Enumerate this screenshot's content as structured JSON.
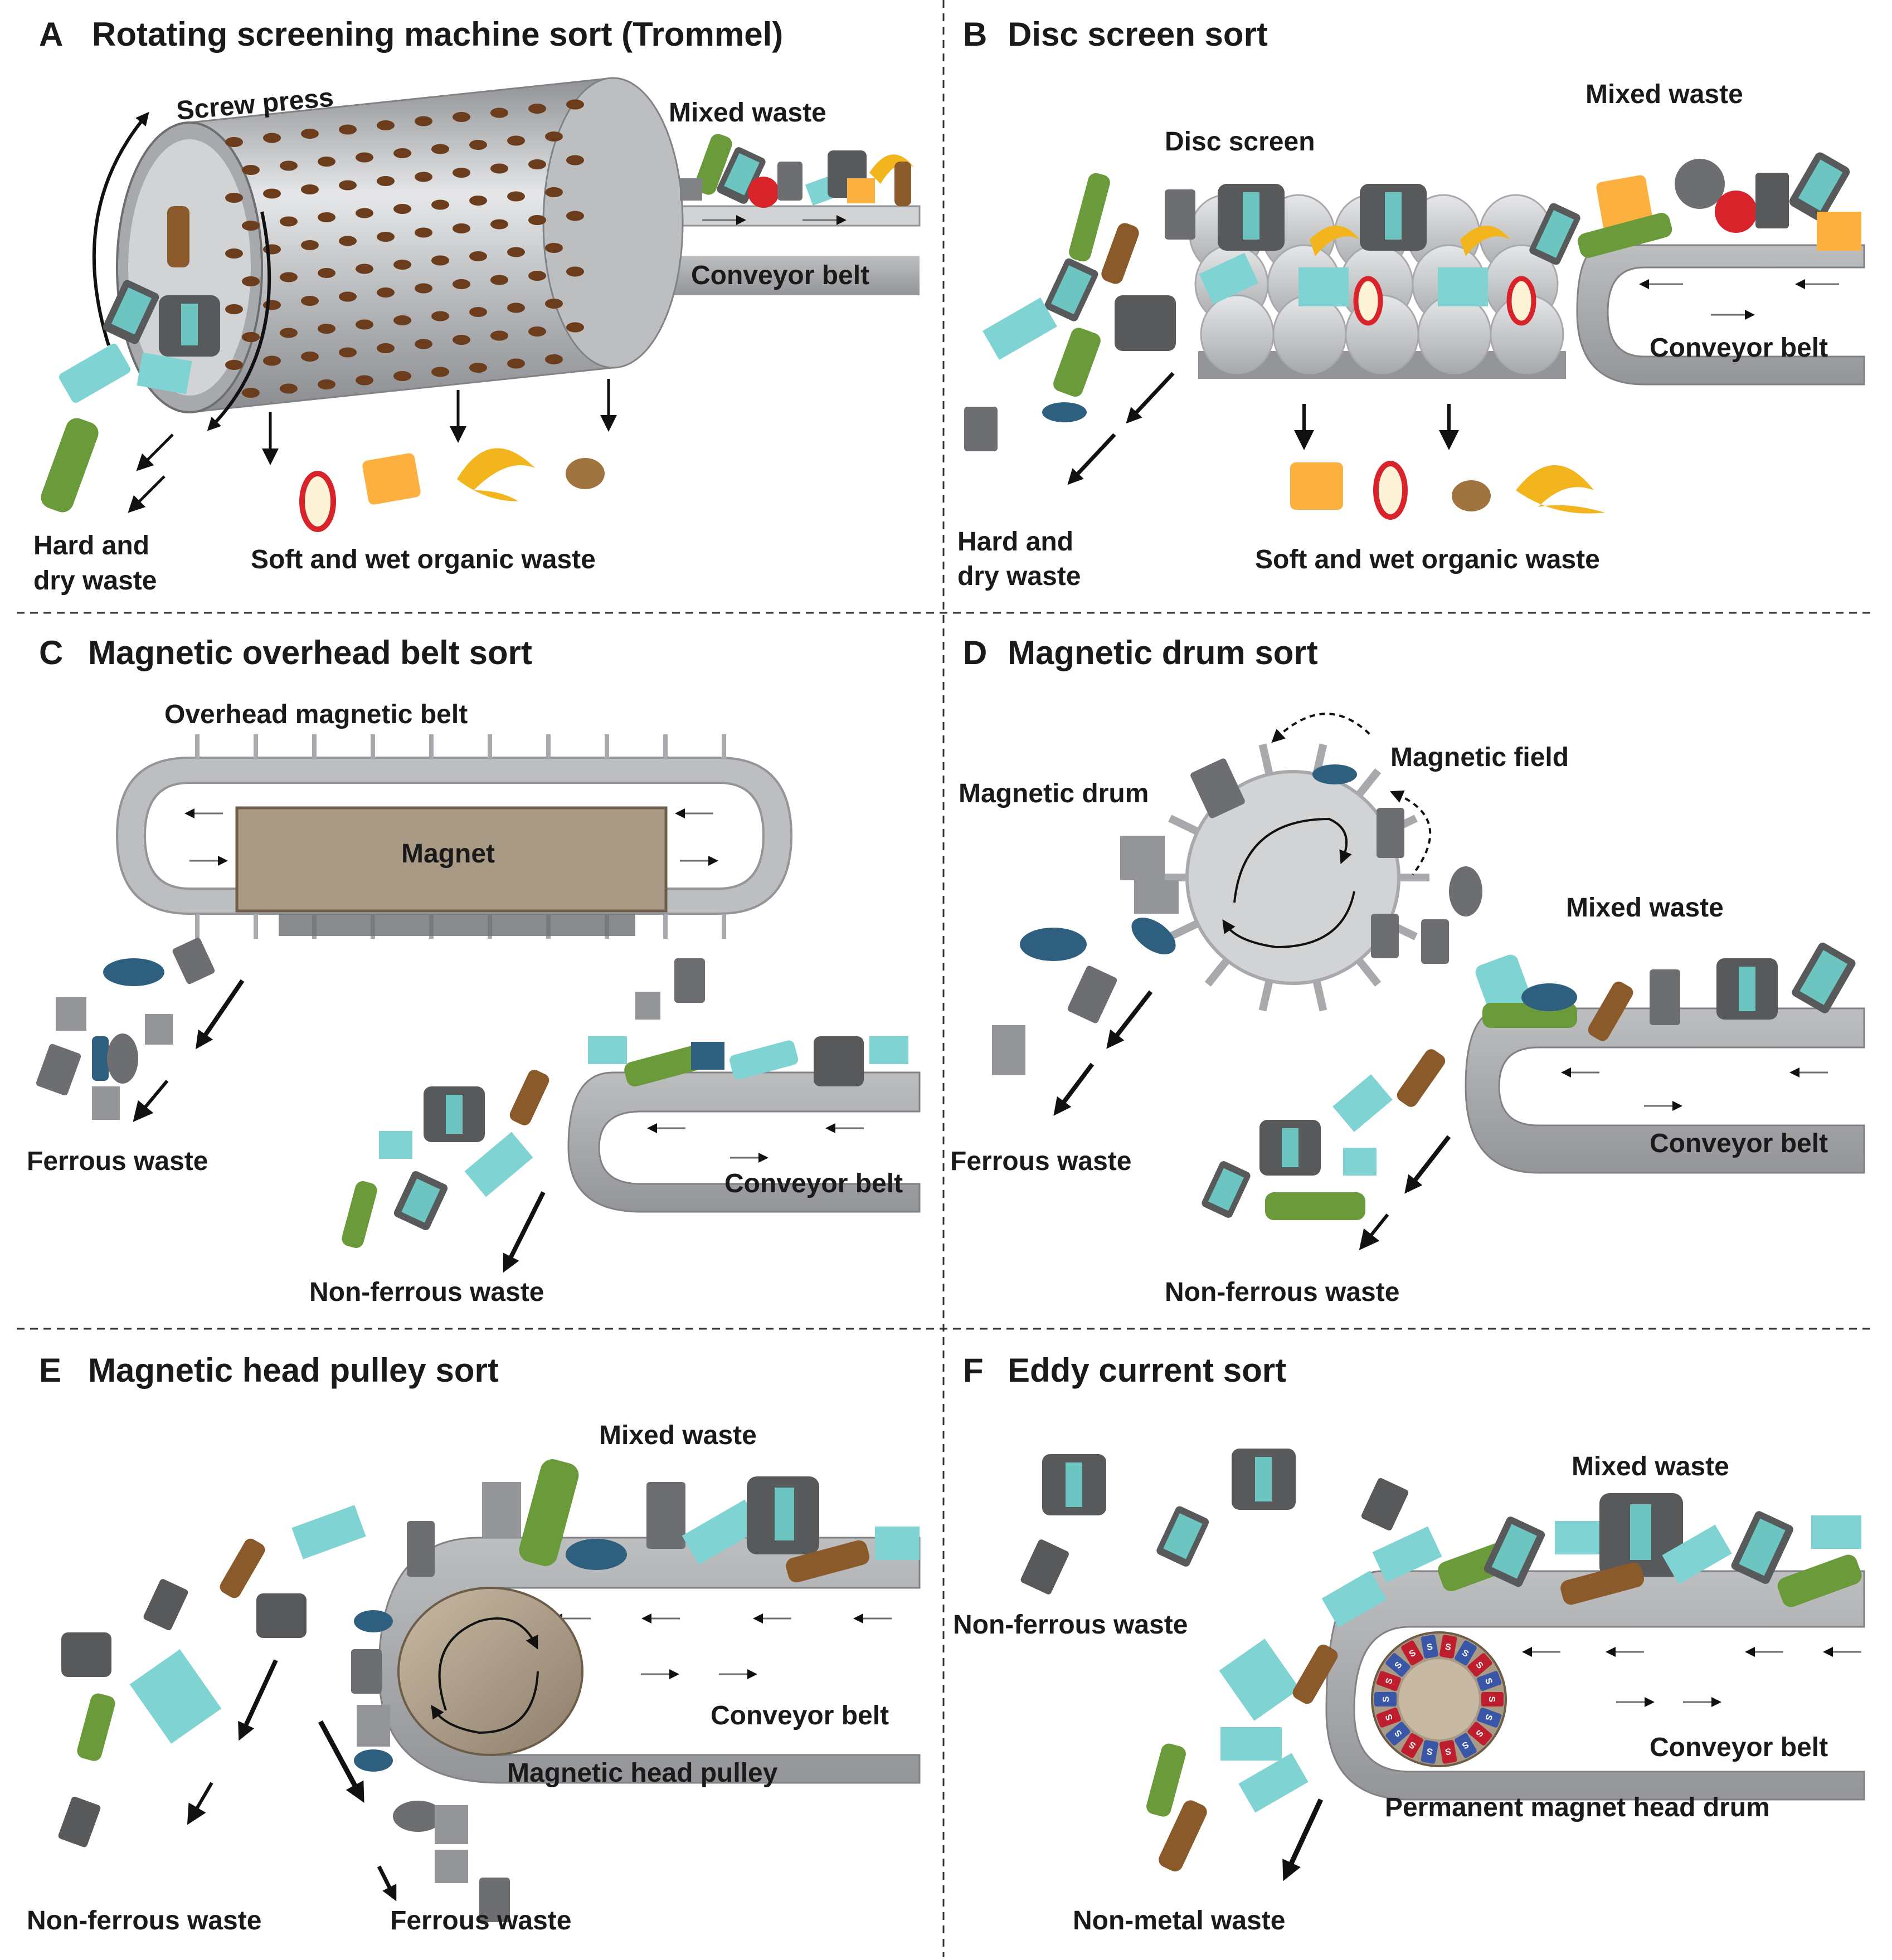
{
  "panels": {
    "a": {
      "letter": "A",
      "title": "Rotating screening machine sort (Trommel)",
      "screw_press": "Screw press",
      "mixed_waste": "Mixed waste",
      "conveyor_belt": "Conveyor belt",
      "hard_line1": "Hard and",
      "hard_line2": "dry waste",
      "soft_waste": "Soft and wet organic waste"
    },
    "b": {
      "letter": "B",
      "title": "Disc screen sort",
      "mixed_waste": "Mixed waste",
      "disc_screen": "Disc screen",
      "conveyor_belt": "Conveyor belt",
      "hard_line1": "Hard and",
      "hard_line2": "dry waste",
      "soft_waste": "Soft and wet organic waste"
    },
    "c": {
      "letter": "C",
      "title": "Magnetic overhead belt sort",
      "overhead_belt": "Overhead magnetic belt",
      "magnet": "Magnet",
      "ferrous_waste": "Ferrous waste",
      "conveyor_belt": "Conveyor belt",
      "non_ferrous_waste": "Non-ferrous waste"
    },
    "d": {
      "letter": "D",
      "title": "Magnetic drum sort",
      "magnetic_field": "Magnetic field",
      "magnetic_drum": "Magnetic drum",
      "mixed_waste": "Mixed waste",
      "ferrous_waste": "Ferrous waste",
      "conveyor_belt": "Conveyor belt",
      "non_ferrous_waste": "Non-ferrous waste"
    },
    "e": {
      "letter": "E",
      "title": "Magnetic head pulley sort",
      "mixed_waste": "Mixed waste",
      "conveyor_belt": "Conveyor belt",
      "head_pulley": "Magnetic head pulley",
      "non_ferrous_waste": "Non-ferrous waste",
      "ferrous_waste": "Ferrous waste"
    },
    "f": {
      "letter": "F",
      "title": "Eddy current sort",
      "mixed_waste": "Mixed waste",
      "non_ferrous_waste": "Non-ferrous waste",
      "conveyor_belt": "Conveyor belt",
      "head_drum": "Permanent magnet head drum",
      "non_metal_waste": "Non-metal waste"
    }
  },
  "magnet_pole_label": "S",
  "colors": {
    "belt": "#a7a9ac",
    "belt_dark": "#8a8c8f",
    "drum": "#d1d3d4",
    "magnet_box": "#a99a86",
    "hole": "#6b3d1c",
    "glass_green": "#6a9a3a",
    "glass_brown": "#8b5a2b",
    "plastic": "#7fd3d3",
    "metal_dark": "#58595b",
    "metal_grey": "#808285",
    "banana": "#f2b51d",
    "cheese": "#fbb040",
    "apple_red": "#d8232a",
    "phone_teal": "#6cc5c1",
    "magnet_red": "#be1e2d",
    "magnet_blue": "#3a57a7"
  }
}
